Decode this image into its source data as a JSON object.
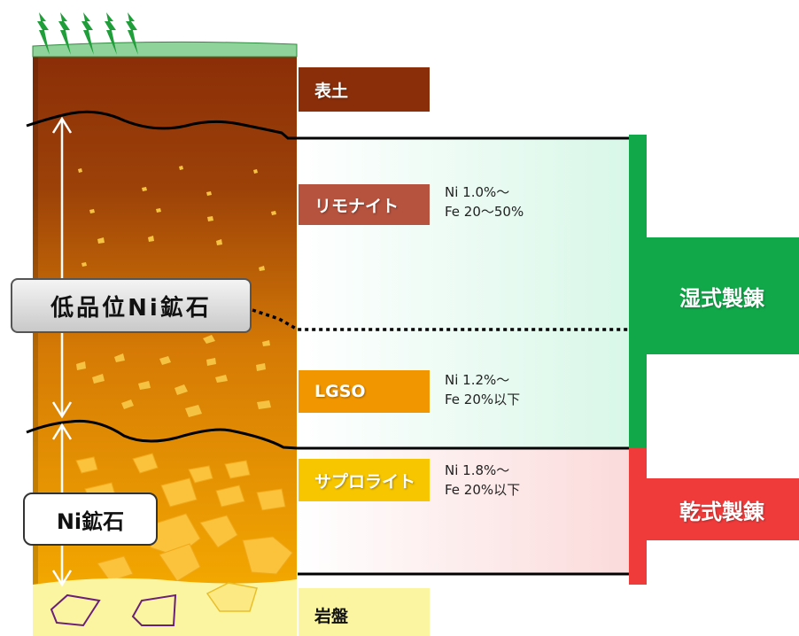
{
  "layers": {
    "topsoil": "表土",
    "limonite": "リモナイト",
    "lgso": "LGSO",
    "saprolite": "サプロライト",
    "bedrock": "岩盤"
  },
  "grades": {
    "limonite": [
      "Ni 1.0%〜",
      "Fe 20〜50%"
    ],
    "lgso": [
      "Ni 1.2%〜",
      "Fe 20%以下"
    ],
    "saprolite": [
      "Ni 1.8%〜",
      "Fe 20%以下"
    ]
  },
  "ore_labels": {
    "low_grade": "低品位Ni鉱石",
    "ni_ore": "Ni鉱石"
  },
  "processes": {
    "hydro": "湿式製錬",
    "pyro": "乾式製錬"
  },
  "colors": {
    "topsoil_brown": "#8a2e0a",
    "limonite_label": "#b5533f",
    "lgso_label": "#f29600",
    "saprolite_label": "#f7c600",
    "bedrock": "#fbf5a2",
    "hydro_green": "#11a84a",
    "pyro_red": "#f03b3b",
    "grass": "#1f9e3a"
  }
}
